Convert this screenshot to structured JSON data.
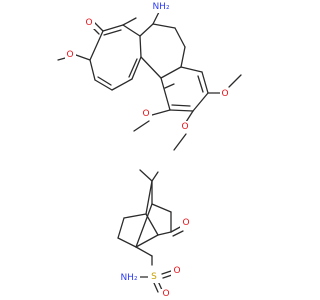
{
  "diagram": {
    "type": "chemical-structure",
    "molecules": [
      {
        "name": "aminocolchicide-fragment",
        "atom_labels": [
          {
            "id": "nh2-top",
            "text": "NH₂",
            "color": "#2f3df5"
          },
          {
            "id": "oxo-top",
            "text": "O",
            "color": "#e8141a"
          },
          {
            "id": "ome-9",
            "text": "O",
            "color": "#e8141a"
          },
          {
            "id": "ome-1",
            "text": "O",
            "color": "#e8141a"
          },
          {
            "id": "ome-2",
            "text": "O",
            "color": "#e8141a"
          },
          {
            "id": "ome-3",
            "text": "O",
            "color": "#e8141a"
          }
        ]
      },
      {
        "name": "camphorsulfonamide",
        "atom_labels": [
          {
            "id": "oxo-camphor",
            "text": "O",
            "color": "#e8141a"
          },
          {
            "id": "nh2-sulfonamide",
            "text": "NH₂",
            "color": "#2f3df5"
          },
          {
            "id": "sulfur",
            "text": "S",
            "color": "#c8a000"
          },
          {
            "id": "sulfonyl-o-upper",
            "text": "O",
            "color": "#e8141a"
          },
          {
            "id": "sulfonyl-o-lower",
            "text": "O",
            "color": "#e8141a"
          }
        ]
      }
    ]
  }
}
